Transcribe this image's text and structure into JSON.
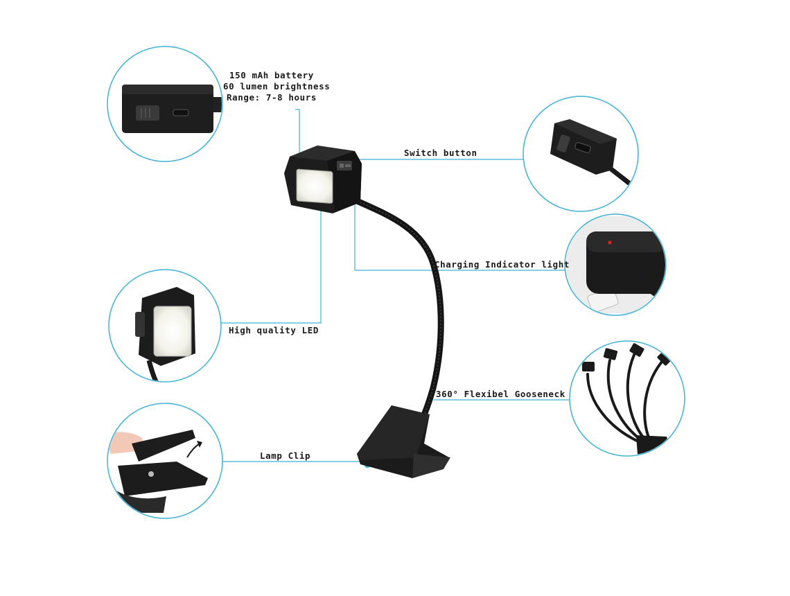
{
  "labels": {
    "battery": [
      "150 mAh battery",
      "60 lumen brightness",
      "Range: 7-8 hours"
    ],
    "switch_button": "Switch button",
    "charging_indicator": "Charging Indicator light",
    "high_quality_led": "High quality LED",
    "gooseneck": "360° Flexibel Gooseneck",
    "lamp_clip": "Lamp Clip"
  },
  "colors": {
    "accent": "#3fb1d6",
    "device": "#1c1c1c",
    "led": "#f5f5ee"
  },
  "icons": [
    "battery-closeup-icon",
    "switch-closeup-icon",
    "charging-indicator-closeup-icon",
    "led-closeup-icon",
    "gooseneck-angles-icon",
    "clip-closeup-icon"
  ]
}
